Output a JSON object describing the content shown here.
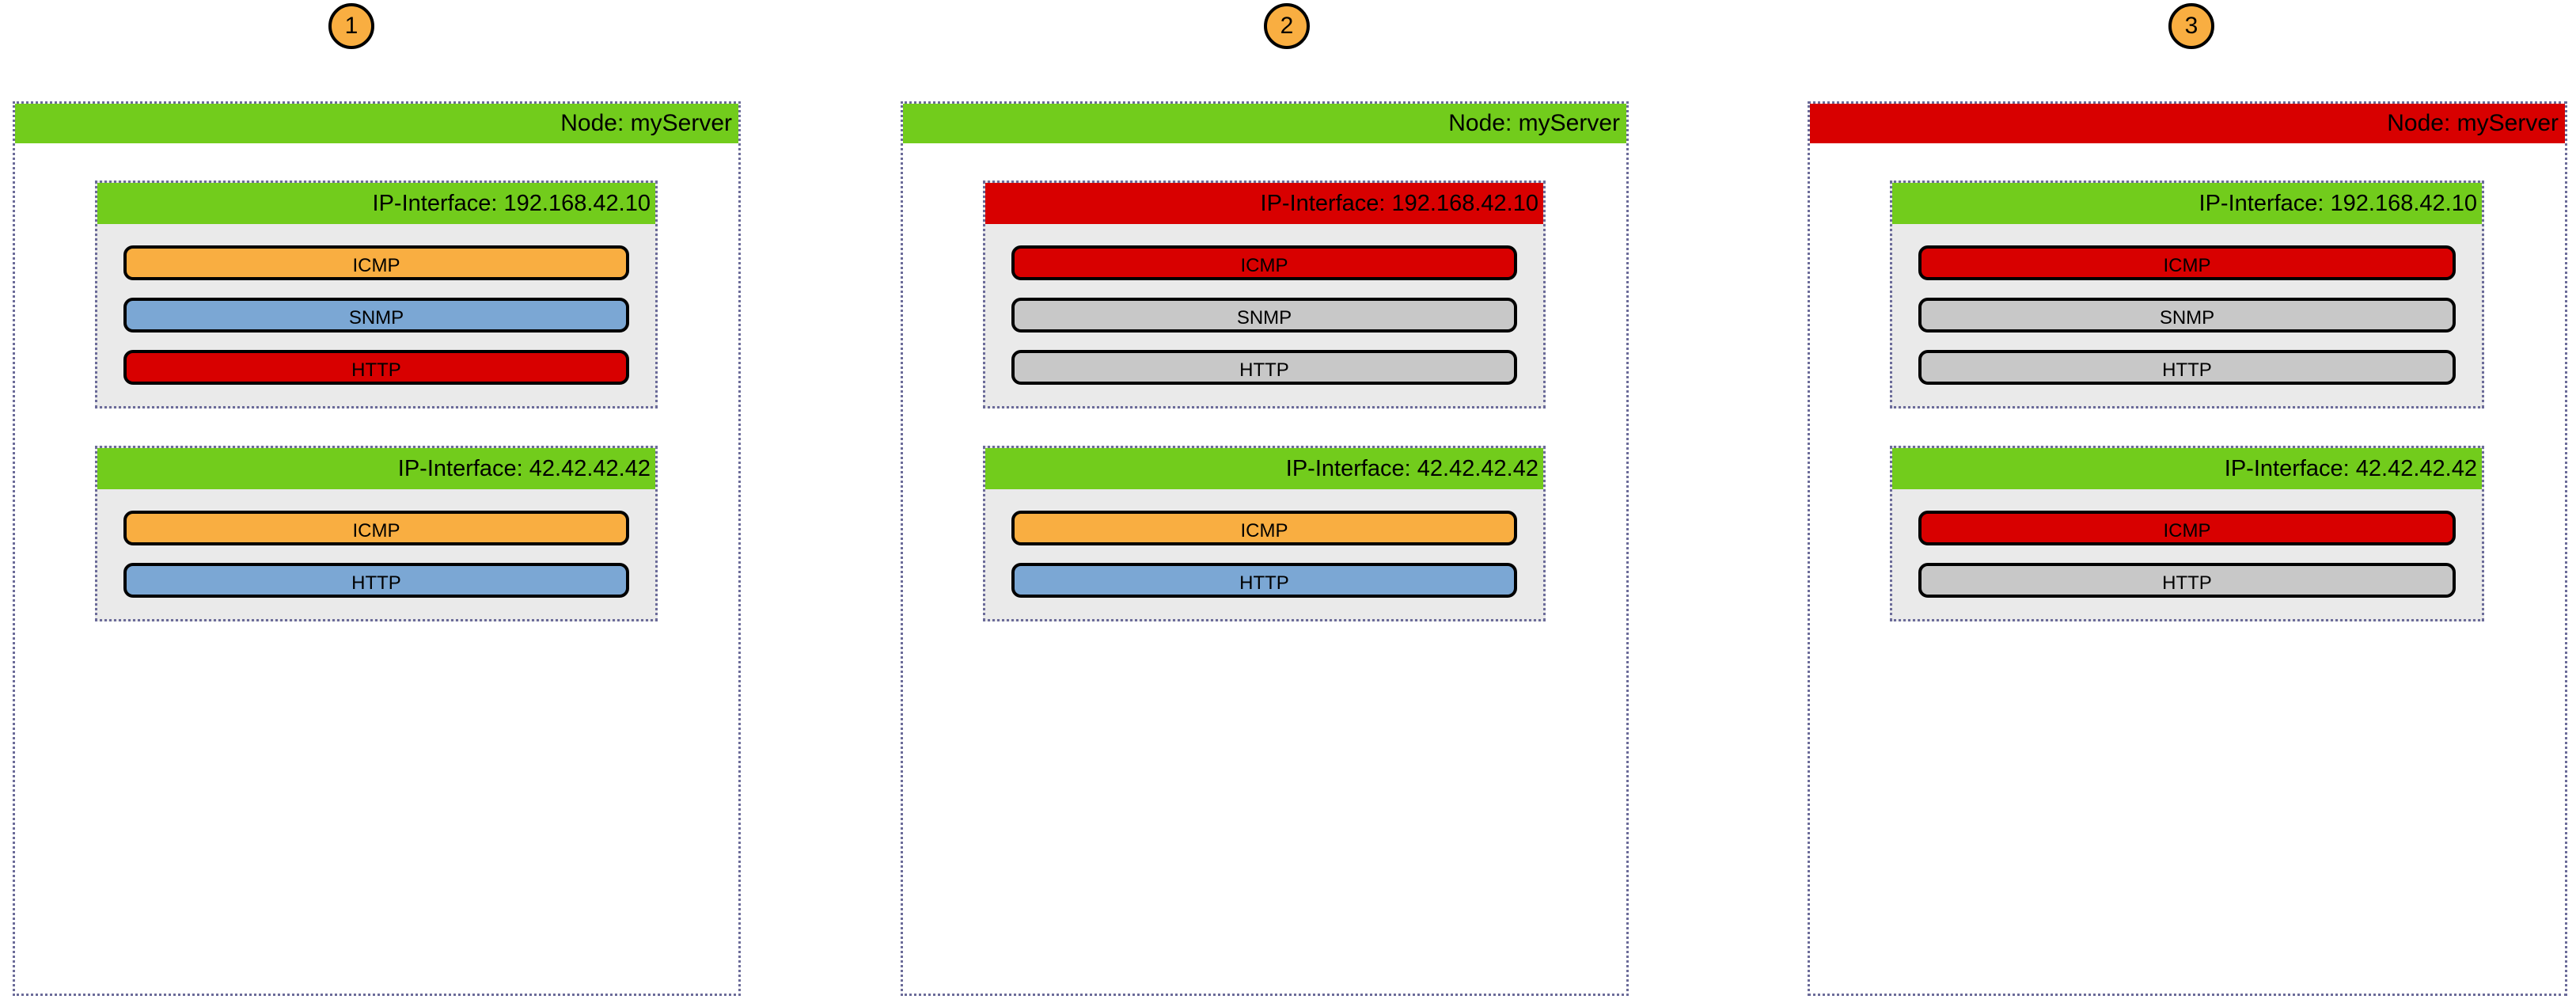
{
  "diagram": {
    "title": "Node and IP-Interface service status progression",
    "colors": {
      "green": "#72CC1C",
      "red": "#D80000",
      "orange": "#F9AE41",
      "blue": "#7BA7D4",
      "gray": "#C8C8C8",
      "body_gray": "#EAEAEA",
      "dotted_border": "#6B6B99",
      "pill_border": "#000000"
    }
  },
  "panels": [
    {
      "step": "1",
      "node": {
        "label": "Node: myServer",
        "status_color": "green"
      },
      "interfaces": [
        {
          "label": "IP-Interface: 192.168.42.10",
          "status_color": "green",
          "services": [
            {
              "name": "ICMP",
              "status_color": "orange"
            },
            {
              "name": "SNMP",
              "status_color": "blue"
            },
            {
              "name": "HTTP",
              "status_color": "red"
            }
          ]
        },
        {
          "label": "IP-Interface: 42.42.42.42",
          "status_color": "green",
          "services": [
            {
              "name": "ICMP",
              "status_color": "orange"
            },
            {
              "name": "HTTP",
              "status_color": "blue"
            }
          ]
        }
      ]
    },
    {
      "step": "2",
      "node": {
        "label": "Node: myServer",
        "status_color": "green"
      },
      "interfaces": [
        {
          "label": "IP-Interface: 192.168.42.10",
          "status_color": "red",
          "services": [
            {
              "name": "ICMP",
              "status_color": "red"
            },
            {
              "name": "SNMP",
              "status_color": "gray"
            },
            {
              "name": "HTTP",
              "status_color": "gray"
            }
          ]
        },
        {
          "label": "IP-Interface: 42.42.42.42",
          "status_color": "green",
          "services": [
            {
              "name": "ICMP",
              "status_color": "orange"
            },
            {
              "name": "HTTP",
              "status_color": "blue"
            }
          ]
        }
      ]
    },
    {
      "step": "3",
      "node": {
        "label": "Node: myServer",
        "status_color": "red"
      },
      "interfaces": [
        {
          "label": "IP-Interface: 192.168.42.10",
          "status_color": "green",
          "services": [
            {
              "name": "ICMP",
              "status_color": "red"
            },
            {
              "name": "SNMP",
              "status_color": "gray"
            },
            {
              "name": "HTTP",
              "status_color": "gray"
            }
          ]
        },
        {
          "label": "IP-Interface: 42.42.42.42",
          "status_color": "green",
          "services": [
            {
              "name": "ICMP",
              "status_color": "red"
            },
            {
              "name": "HTTP",
              "status_color": "gray"
            }
          ]
        }
      ]
    }
  ]
}
